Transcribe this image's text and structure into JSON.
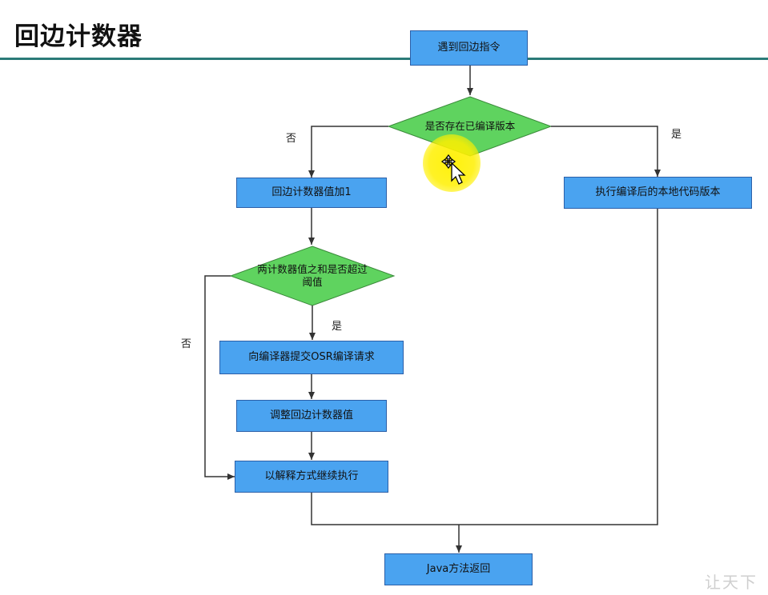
{
  "title": "回边计数器",
  "nodes": {
    "start": "遇到回边指令",
    "decision_compiled": "是否存在已编译版本",
    "increment": "回边计数器值加1",
    "exec_native": "执行编译后的本地代码版本",
    "decision_threshold": "两计数器值之和是否超过阈值",
    "submit_osr": "向编译器提交OSR编译请求",
    "adjust": "调整回边计数器值",
    "interpret": "以解释方式继续执行",
    "return": "Java方法返回"
  },
  "edge_labels": {
    "no_compiled": "否",
    "yes_compiled": "是",
    "no_threshold": "否",
    "yes_threshold": "是"
  },
  "watermark": "让天下",
  "colors": {
    "process_fill": "#4aa3f0",
    "decision_fill": "#5fd35f",
    "rule": "#2b7a78",
    "cursor_highlight": "#fff000"
  },
  "icons": {
    "cursor": "move-cursor-icon"
  }
}
